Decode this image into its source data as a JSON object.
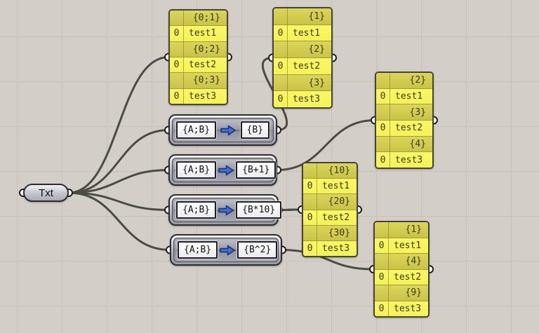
{
  "colors": {
    "canvas_bg": "#d3cfc8",
    "grid_line": "#c6c2b9",
    "wire": "#4b4b46",
    "panel_data_row": "#f8f55d",
    "panel_path_row": "#cdc74c",
    "panel_border": "#45453c",
    "panel_text": "#3a3a20",
    "arrow_blue": "#3f6fd8",
    "grip_fill": "#ffffff",
    "grip_border": "#1e1e1e"
  },
  "source_component": {
    "label": "Txt"
  },
  "mappers": [
    {
      "id": "m1",
      "source": "{A;B}",
      "target": "{B}"
    },
    {
      "id": "m2",
      "source": "{A;B}",
      "target": "{B+1}"
    },
    {
      "id": "m3",
      "source": "{A;B}",
      "target": "{B*10}"
    },
    {
      "id": "m4",
      "source": "{A;B}",
      "target": "{B^2}"
    }
  ],
  "panels": [
    {
      "id": "p1",
      "rows": [
        {
          "type": "path",
          "text": "{0;1}"
        },
        {
          "type": "data",
          "index": "0",
          "text": "test1"
        },
        {
          "type": "path",
          "text": "{0;2}"
        },
        {
          "type": "data",
          "index": "0",
          "text": "test2"
        },
        {
          "type": "path",
          "text": "{0;3}"
        },
        {
          "type": "data",
          "index": "0",
          "text": "test3"
        }
      ]
    },
    {
      "id": "p2",
      "rows": [
        {
          "type": "path",
          "text": "{1}"
        },
        {
          "type": "data",
          "index": "0",
          "text": "test1"
        },
        {
          "type": "path",
          "text": "{2}"
        },
        {
          "type": "data",
          "index": "0",
          "text": "test2"
        },
        {
          "type": "path",
          "text": "{3}"
        },
        {
          "type": "data",
          "index": "0",
          "text": "test3"
        }
      ]
    },
    {
      "id": "p3",
      "rows": [
        {
          "type": "path",
          "text": "{2}"
        },
        {
          "type": "data",
          "index": "0",
          "text": "test1"
        },
        {
          "type": "path",
          "text": "{3}"
        },
        {
          "type": "data",
          "index": "0",
          "text": "test2"
        },
        {
          "type": "path",
          "text": "{4}"
        },
        {
          "type": "data",
          "index": "0",
          "text": "test3"
        }
      ]
    },
    {
      "id": "p4",
      "rows": [
        {
          "type": "path",
          "text": "{10}"
        },
        {
          "type": "data",
          "index": "0",
          "text": "test1"
        },
        {
          "type": "path",
          "text": "{20}"
        },
        {
          "type": "data",
          "index": "0",
          "text": "test2"
        },
        {
          "type": "path",
          "text": "{30}"
        },
        {
          "type": "data",
          "index": "0",
          "text": "test3"
        }
      ]
    },
    {
      "id": "p5",
      "rows": [
        {
          "type": "path",
          "text": "{1}"
        },
        {
          "type": "data",
          "index": "0",
          "text": "test1"
        },
        {
          "type": "path",
          "text": "{4}"
        },
        {
          "type": "data",
          "index": "0",
          "text": "test2"
        },
        {
          "type": "path",
          "text": "{9}"
        },
        {
          "type": "data",
          "index": "0",
          "text": "test3"
        }
      ]
    }
  ],
  "wires": [
    {
      "from": "txt",
      "to": "p1"
    },
    {
      "from": "txt",
      "to": "m1"
    },
    {
      "from": "txt",
      "to": "m2"
    },
    {
      "from": "txt",
      "to": "m3"
    },
    {
      "from": "txt",
      "to": "m4"
    },
    {
      "from": "m1",
      "to": "p2"
    },
    {
      "from": "m2",
      "to": "p3"
    },
    {
      "from": "m3",
      "to": "p4"
    },
    {
      "from": "m4",
      "to": "p5"
    }
  ]
}
